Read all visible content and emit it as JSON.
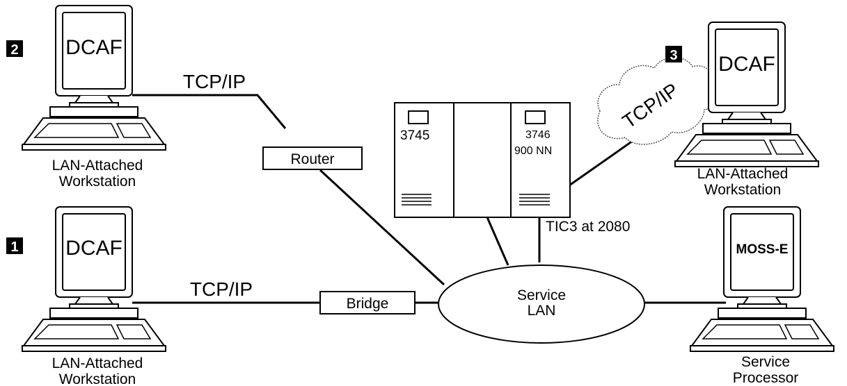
{
  "workstation_top_left": {
    "badge": "2",
    "screen_label": "DCAF",
    "caption_line1": "LAN-Attached",
    "caption_line2": "Workstation"
  },
  "workstation_bottom_left": {
    "badge": "1",
    "screen_label": "DCAF",
    "caption_line1": "LAN-Attached",
    "caption_line2": "Workstation"
  },
  "workstation_right": {
    "badge": "3",
    "screen_label": "DCAF",
    "caption_line1": "LAN-Attached",
    "caption_line2": "Workstation"
  },
  "service_processor": {
    "screen_label": "MOSS-E",
    "caption_line1": "Service",
    "caption_line2": "Processor"
  },
  "links": {
    "top_tcpip": "TCP/IP",
    "bottom_tcpip": "TCP/IP",
    "cloud_tcpip": "TCP/IP",
    "router": "Router",
    "bridge": "Bridge",
    "tic3": "TIC3 at 2080"
  },
  "controller": {
    "left_unit": "3745",
    "right_unit_line1": "3746",
    "right_unit_line2": "900 NN"
  },
  "service_lan": {
    "line1": "Service",
    "line2": "LAN"
  }
}
